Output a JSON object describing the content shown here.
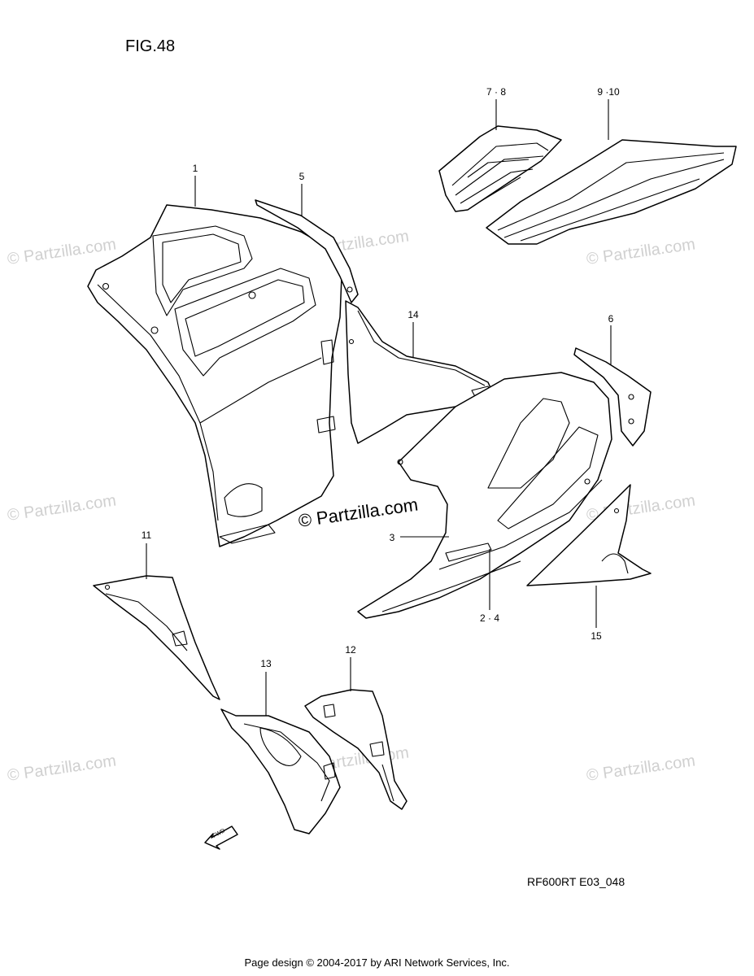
{
  "figure": {
    "title": "FIG.48",
    "code": "RF600RT E03_048"
  },
  "callouts": {
    "c1": "1",
    "c5": "5",
    "c78": "7 · 8",
    "c910": "9 ·10",
    "c14": "14",
    "c6": "6",
    "c3": "3",
    "c24": "2 · 4",
    "c11": "11",
    "c15": "15",
    "c13": "13",
    "c12": "12"
  },
  "watermark": {
    "main": "© Partzilla.com",
    "faint": "© Partzilla.com"
  },
  "fwd_label": "FWD",
  "footer": "Page design © 2004-2017 by ARI Network Services, Inc."
}
